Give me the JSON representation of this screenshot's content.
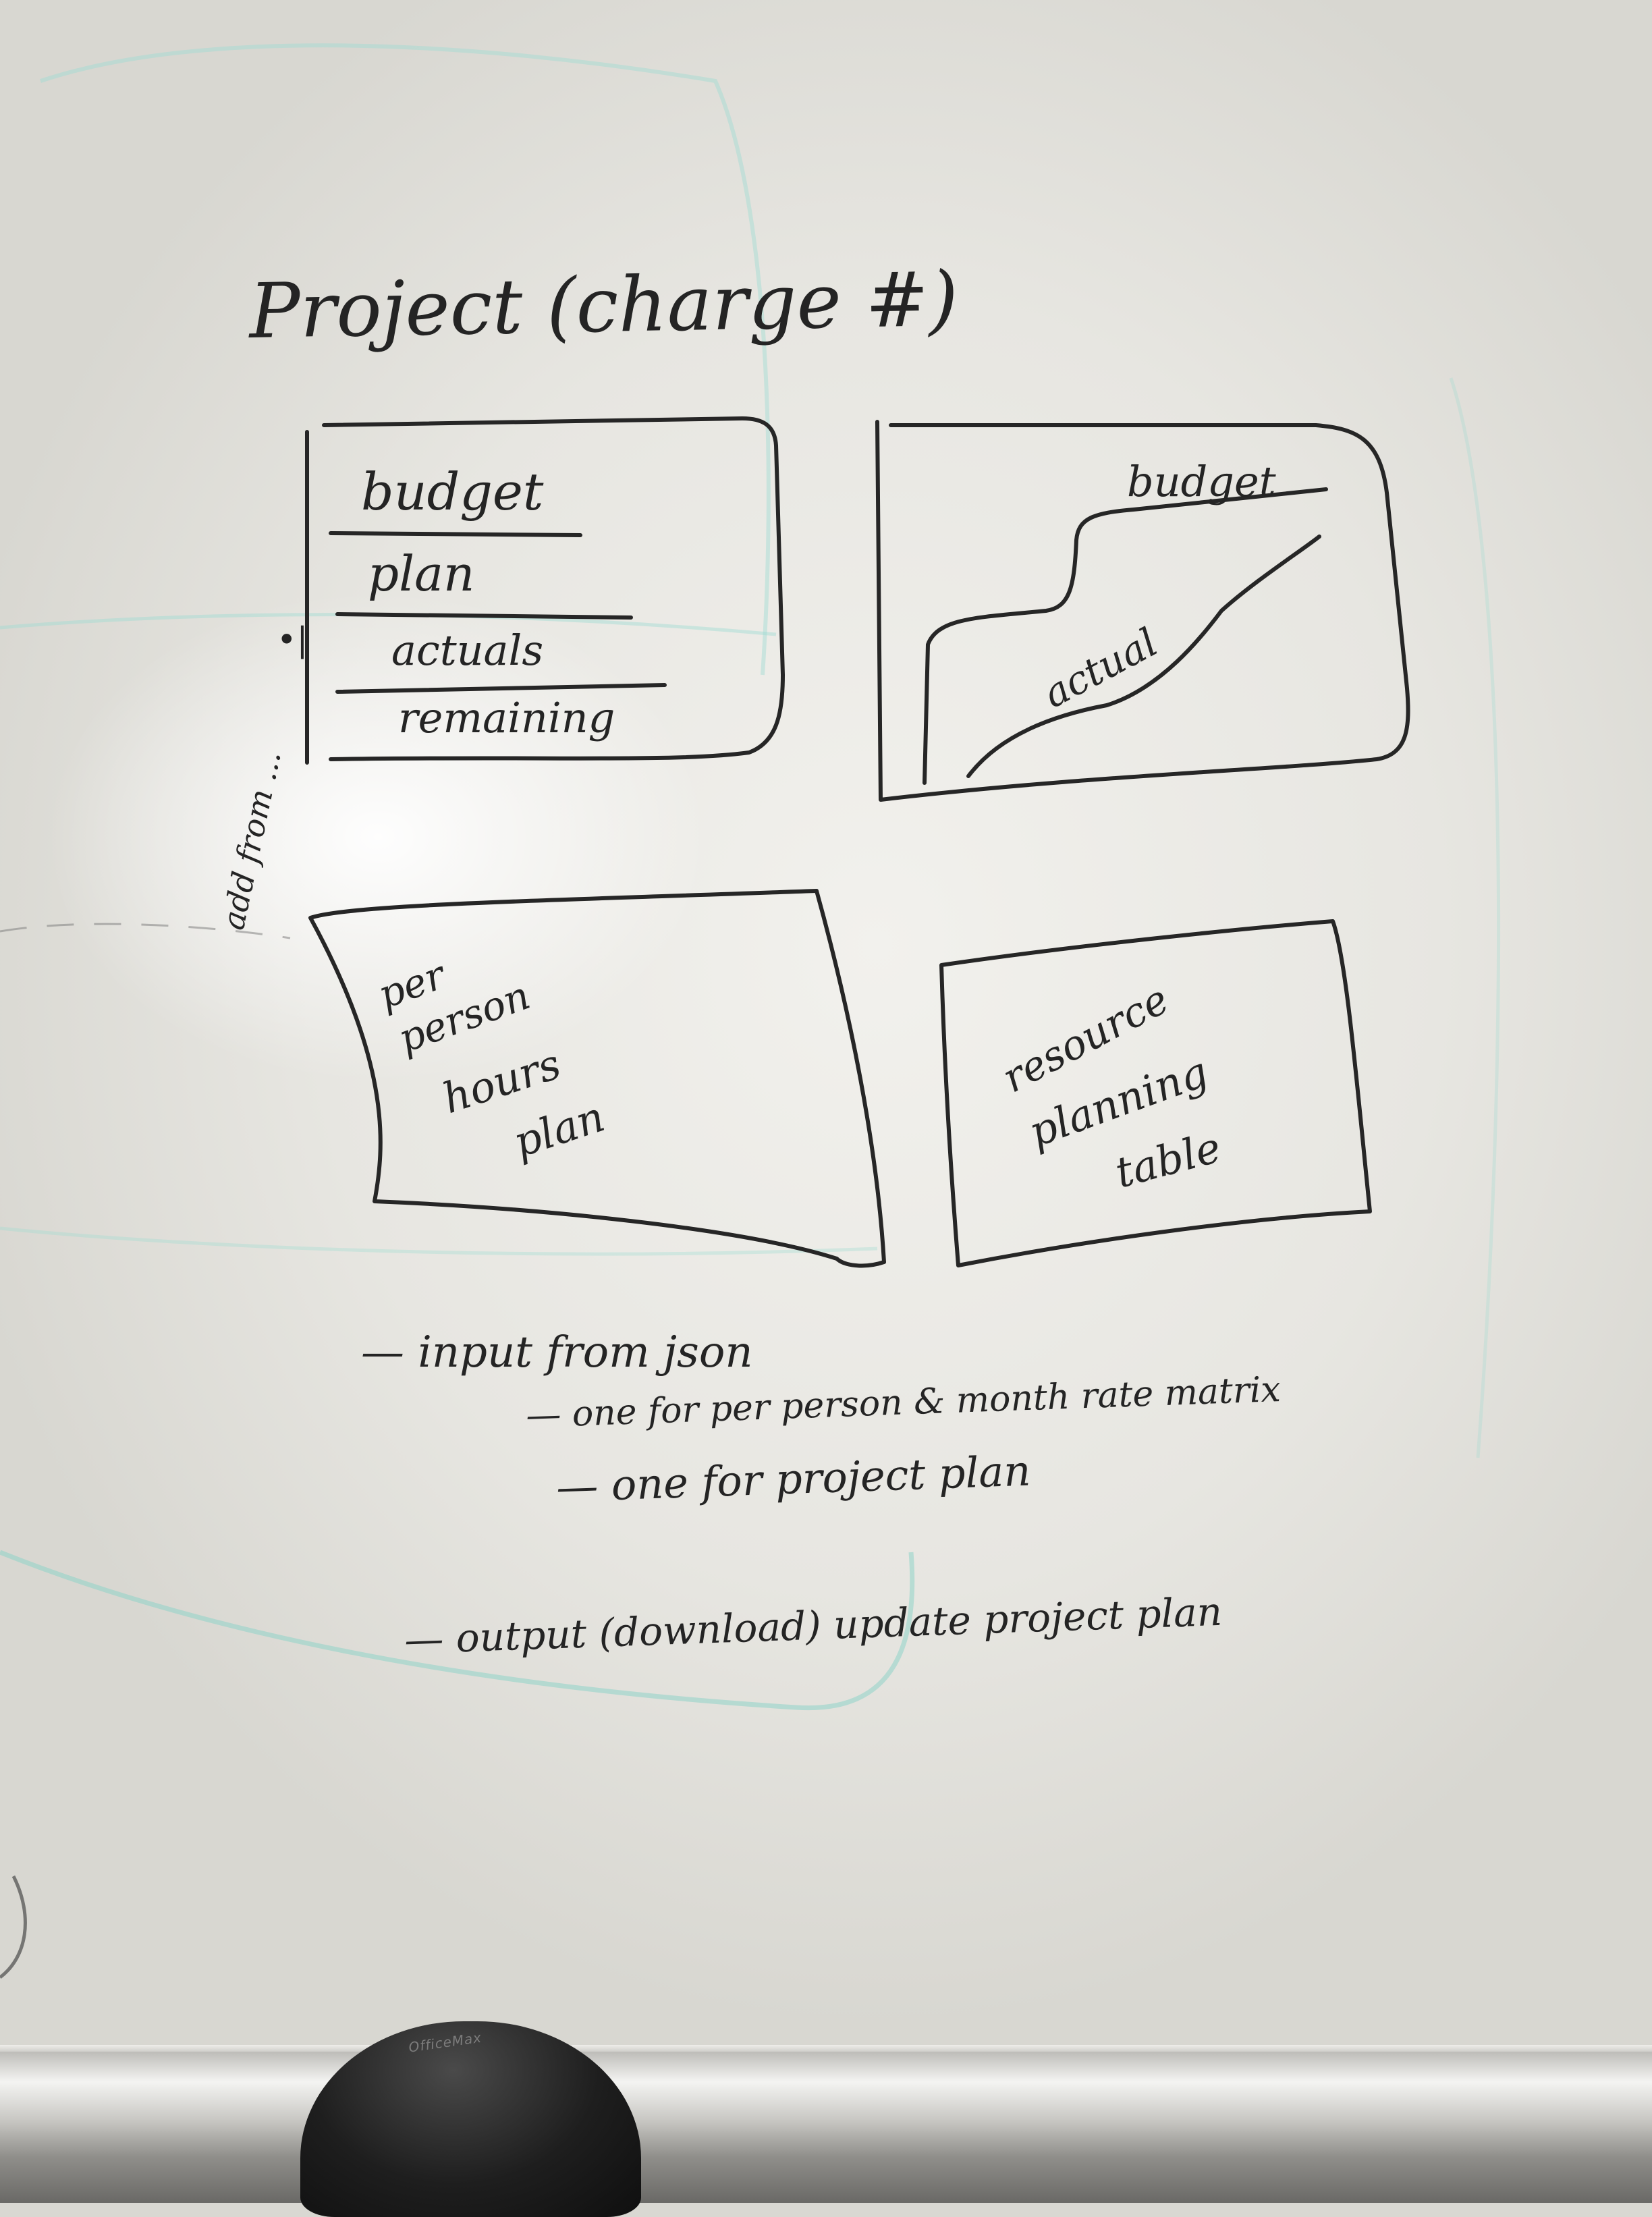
{
  "title": "Project (charge #)",
  "panel_table": {
    "rows": [
      "budget",
      "plan",
      "actuals",
      "remaining"
    ],
    "side_note": "add from ..."
  },
  "panel_chart": {
    "series": [
      {
        "name": "budget",
        "color": "#262626"
      },
      {
        "name": "actual",
        "color": "#262626"
      }
    ]
  },
  "panel_per_person": {
    "lines": [
      "per",
      "person",
      "hours",
      "plan"
    ]
  },
  "panel_resource": {
    "lines": [
      "resource",
      "planning",
      "table"
    ]
  },
  "notes": [
    "— input from json",
    "— one for per person & month rate matrix",
    "— one for project plan",
    "— output (download) update project plan"
  ],
  "eraser": {
    "brand": "OfficeMax"
  },
  "colors": {
    "ink": "#262626",
    "board": "#efeeea",
    "ghost_marker": "#8fd3c8"
  }
}
